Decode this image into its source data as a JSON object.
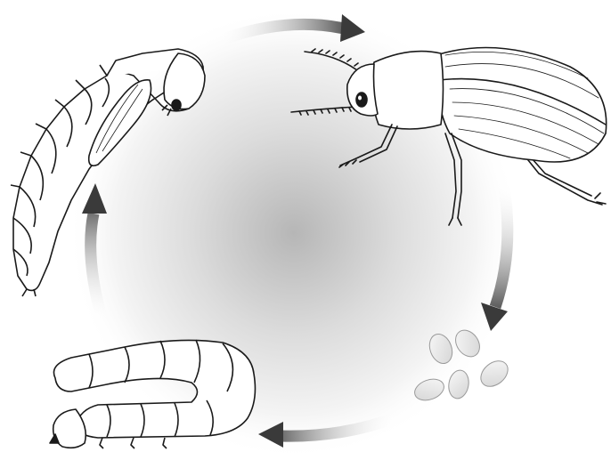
{
  "diagram": {
    "kind": "life-cycle",
    "stages": [
      {
        "id": "adult",
        "icon": "adult-beetle-icon"
      },
      {
        "id": "eggs",
        "icon": "eggs-icon"
      },
      {
        "id": "larva",
        "icon": "larva-icon"
      },
      {
        "id": "pupa",
        "icon": "pupa-icon"
      }
    ],
    "colors": {
      "stroke": "#1a1a1a",
      "fill": "#ffffff",
      "egg_fill": "#ececec",
      "arrow_dark": "#3a3a3a",
      "center_shade": "#b8b8b8"
    }
  }
}
